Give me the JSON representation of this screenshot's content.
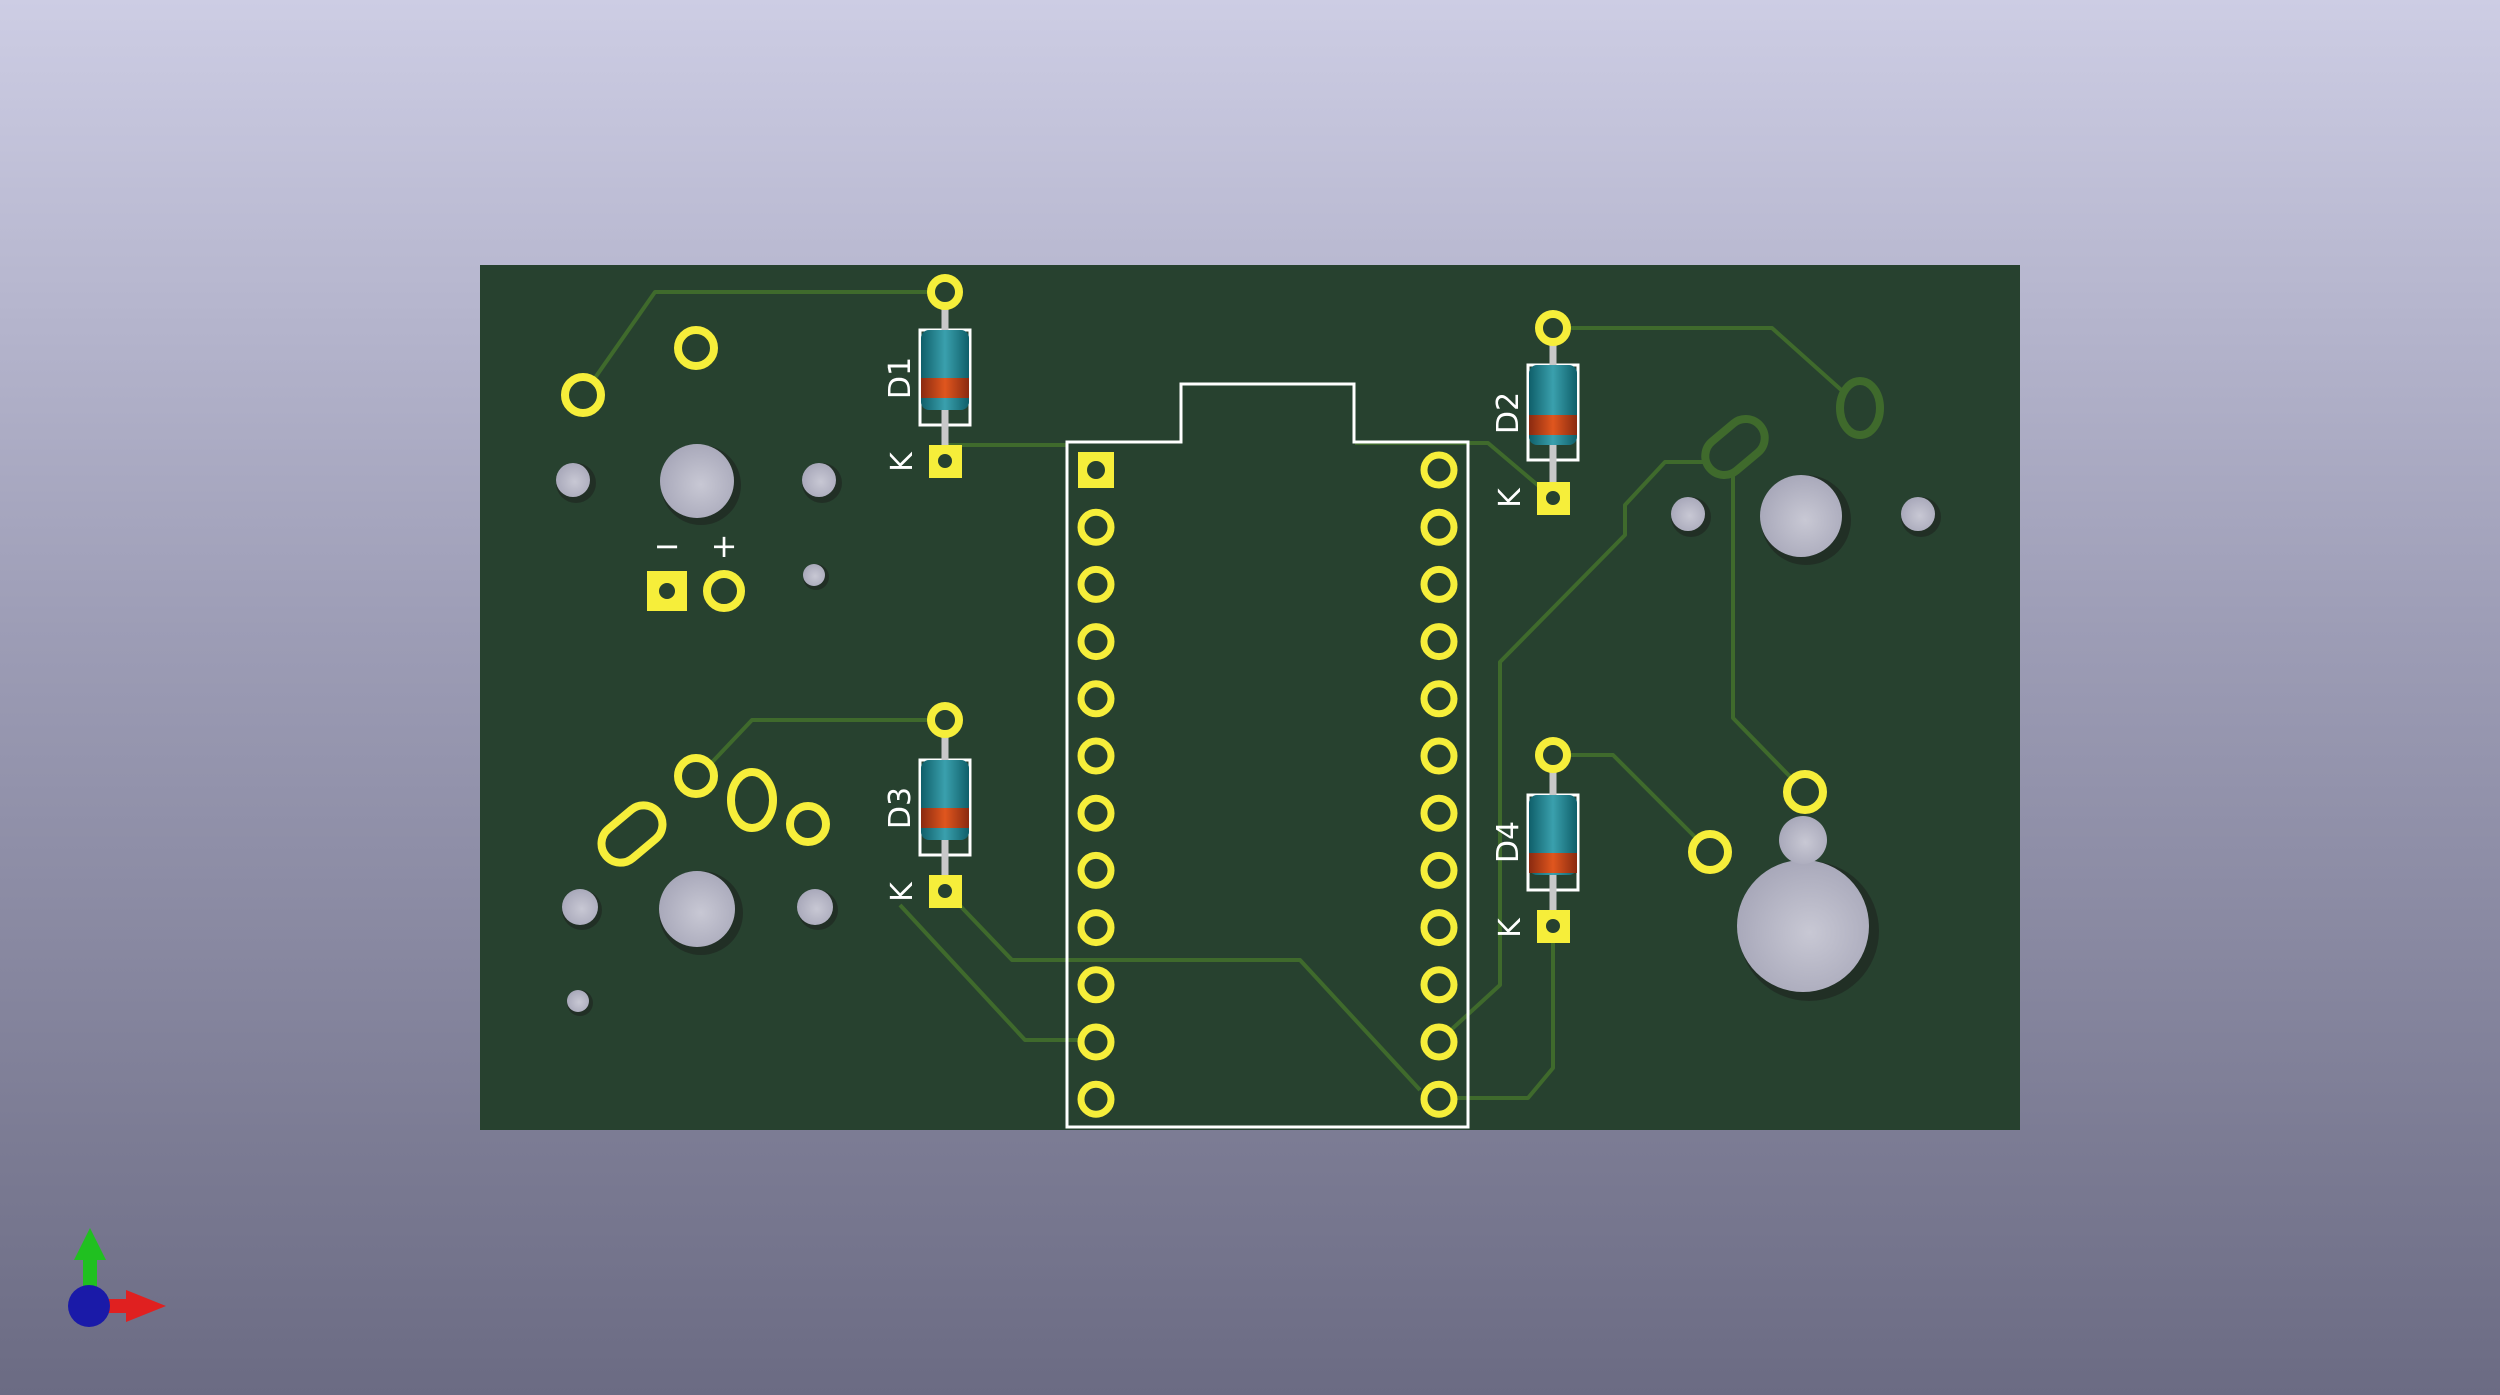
{
  "viewer": {
    "background_top": "#cdcde4",
    "background_bottom": "#6b6b83"
  },
  "board": {
    "substrate_color": "#27412f",
    "copper_color": "#f6ee3a",
    "trace_color": "#3f6a2c",
    "silkscreen_color": "#ffffff"
  },
  "labels": {
    "d1": "D1",
    "d2": "D2",
    "d3": "D3",
    "d4": "D4",
    "k1": "K",
    "k2": "K",
    "k3": "K",
    "k4": "K",
    "minus": "−",
    "plus": "+"
  },
  "axes": {
    "x_color": "#e02020",
    "y_color": "#20c020",
    "z_color": "#1a1aa8"
  }
}
